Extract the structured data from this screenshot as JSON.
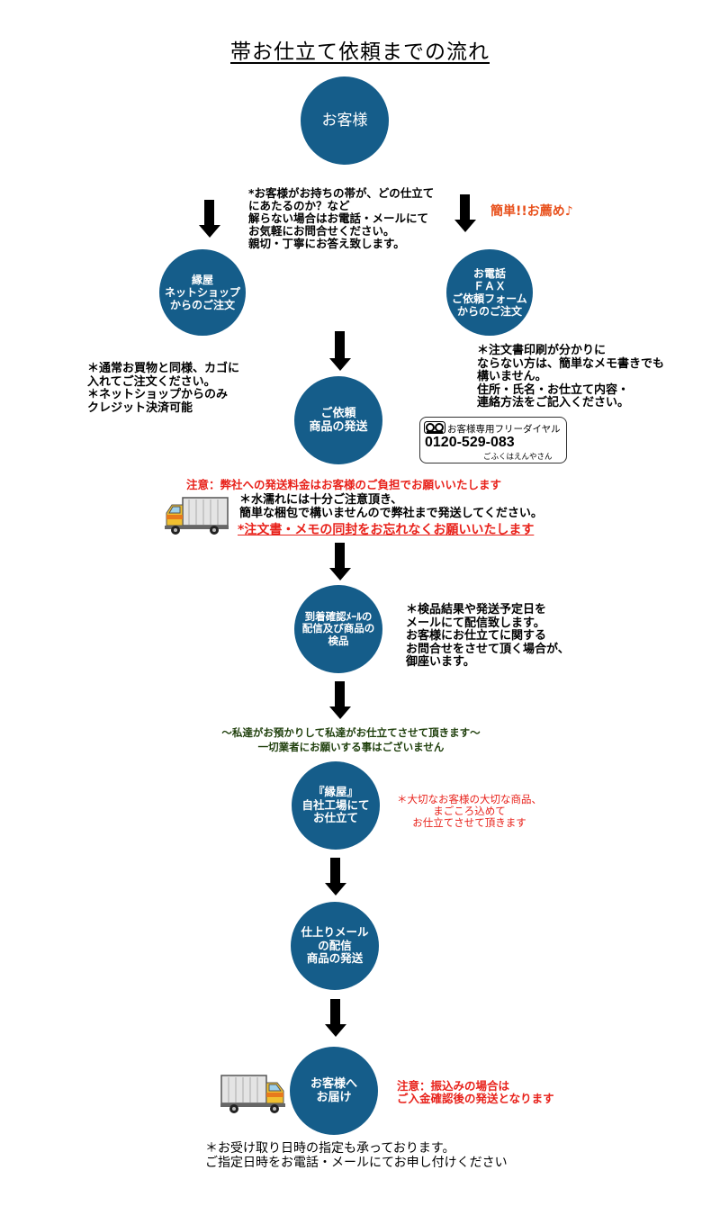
{
  "title": "帯お仕立て依頼までの流れ",
  "colors": {
    "circle": "#155d8a",
    "red_text": "#e8221b",
    "green_text": "#1f3f0c"
  },
  "circles": {
    "customer": [
      "お客様"
    ],
    "netshop": [
      "縁屋",
      "ネットショップ",
      "からのご注文"
    ],
    "phone": [
      "お電話",
      "ＦＡＸ",
      "ご依頼フォーム",
      "からのご注文"
    ],
    "ship": [
      "ご依頼",
      "商品の発送"
    ],
    "arrival": [
      "到着確認ﾒｰﾙの",
      "配信及び商品の",
      "検品"
    ],
    "factory": [
      "『縁屋』",
      "自社工場にて",
      "お仕立て"
    ],
    "finished": [
      "仕上りメール",
      "の配信",
      "商品の発送"
    ],
    "deliver": [
      "お客様へ",
      "お届け"
    ]
  },
  "notes": {
    "consult": [
      "*お客様がお持ちの帯が、どの仕立て",
      "にあたるのか？など",
      " 解らない場合はお電話・メールにて",
      " お気軽にお問合せください。",
      " 親切・丁寧にお答え致します。"
    ],
    "recommend": "簡単!!お薦め♪",
    "netshop": [
      "＊通常お買物と同様、カゴに",
      "   入れてご注文ください。",
      "＊ネットショップからのみ",
      "   クレジット決済可能"
    ],
    "phone_order": [
      "＊注文書印刷が分かりに",
      "ならない方は、簡単なメモ書きでも",
      "構いません。",
      "住所・氏名・お仕立て内容・",
      "連絡方法をご記入ください。"
    ],
    "shipping_fee": "注意：弊社への発送料金はお客様のご負担でお願いいたします",
    "packing": [
      "＊水濡れには十分ご注意頂き、",
      "  簡単な梱包で構いませんので弊社まで発送してください。"
    ],
    "enclose": "*注文書・メモの同封をお忘れなくお願いいたします",
    "inspection": [
      "＊検品結果や発送予定日を",
      "メールにて配信致します。",
      "お客様にお仕立てに関する",
      "お問合せをさせて頂く場合が、",
      "   御座います。"
    ],
    "inhouse": [
      "～私達がお預かりして私達がお仕立てさせて頂きます～",
      "一切業者にお願いする事はございません"
    ],
    "care": [
      "＊大切なお客様の大切な商品、",
      "まごころ込めて",
      "お仕立てさせて頂きます"
    ],
    "transfer": [
      "注意：振込みの場合は",
      "ご入金確認後の発送となります"
    ],
    "delivery_date": [
      "＊お受け取り日時の指定も承っております。",
      "   ご指定日時をお電話・メールにてお申し付けください"
    ]
  },
  "freedial": {
    "label": "お客様専用フリーダイヤル",
    "number": "0120-529-083",
    "reading": "ごふくはえんやさん",
    "icon": "free-dial-icon"
  }
}
